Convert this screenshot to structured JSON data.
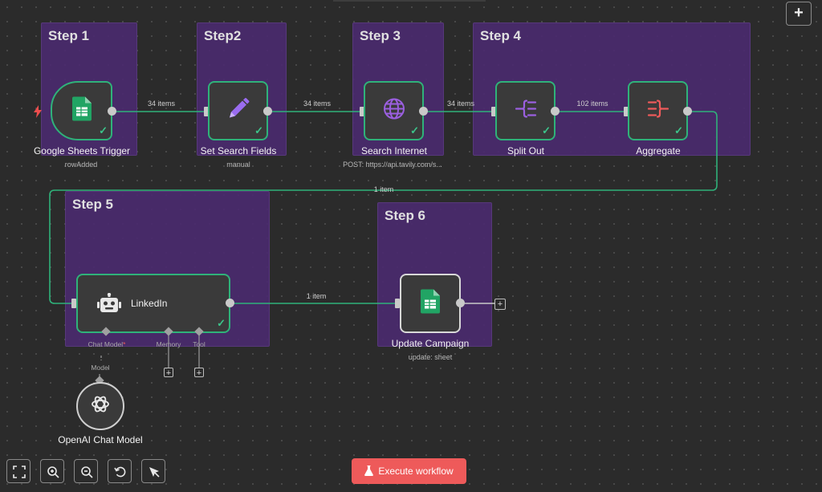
{
  "steps": {
    "step1": "Step 1",
    "step2": "Step2",
    "step3": "Step 3",
    "step4": "Step 4",
    "step5": "Step 5",
    "step6": "Step 6"
  },
  "nodes": {
    "google_sheets_trigger": {
      "label": "Google Sheets Trigger",
      "sub": "rowAdded"
    },
    "set_search_fields": {
      "label": "Set Search Fields",
      "sub": "manual"
    },
    "search_internet": {
      "label": "Search Internet",
      "sub": "POST: https://api.tavily.com/s..."
    },
    "split_out": {
      "label": "Split Out"
    },
    "aggregate": {
      "label": "Aggregate"
    },
    "linkedin": {
      "label": "LinkedIn",
      "ports": {
        "chat_model": "Chat Model",
        "required_mark": "*",
        "memory": "Memory",
        "tool": "Tool"
      }
    },
    "update_campaign": {
      "label": "Update Campaign",
      "sub": "update: sheet"
    },
    "openai_chat_model": {
      "label": "OpenAI Chat Model",
      "port": "Model"
    }
  },
  "edges": {
    "e1": "34 items",
    "e2": "34 items",
    "e3": "34 items",
    "e4": "102 items",
    "e5": "1 item",
    "e6": "1 item"
  },
  "controls": {
    "add_node": "+",
    "execute": "Execute workflow",
    "add_sub": "+"
  },
  "colors": {
    "canvas": "#2b2b2b",
    "sticky": "#4a2a6e",
    "success": "#2fb27a",
    "execute": "#ee5a5a",
    "sheets_green": "#21a464",
    "set_purple": "#9a6cf0",
    "split_purple": "#9b5fe0",
    "aggregate_red": "#ee5a5a"
  },
  "icons": [
    "google-sheets-icon",
    "pencil-icon",
    "globe-icon",
    "split-out-icon",
    "aggregate-icon",
    "robot-icon",
    "openai-icon",
    "lightning-icon",
    "fit-view-icon",
    "zoom-in-icon",
    "zoom-out-icon",
    "reset-icon",
    "cursor-icon",
    "flask-icon"
  ]
}
